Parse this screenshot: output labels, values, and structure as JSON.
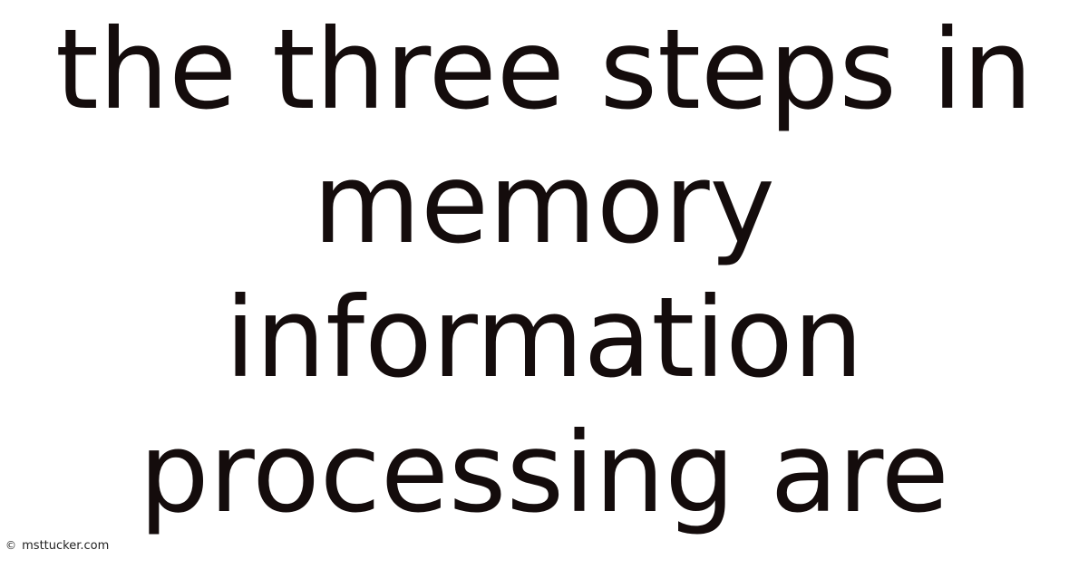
{
  "title": {
    "lines": [
      "the three steps in",
      "memory",
      "information",
      "processing are"
    ]
  },
  "watermark": {
    "icon": "copyright-icon",
    "symbol": "©",
    "text": "msttucker.com"
  },
  "colors": {
    "text": "#140c0c",
    "background": "#ffffff"
  }
}
